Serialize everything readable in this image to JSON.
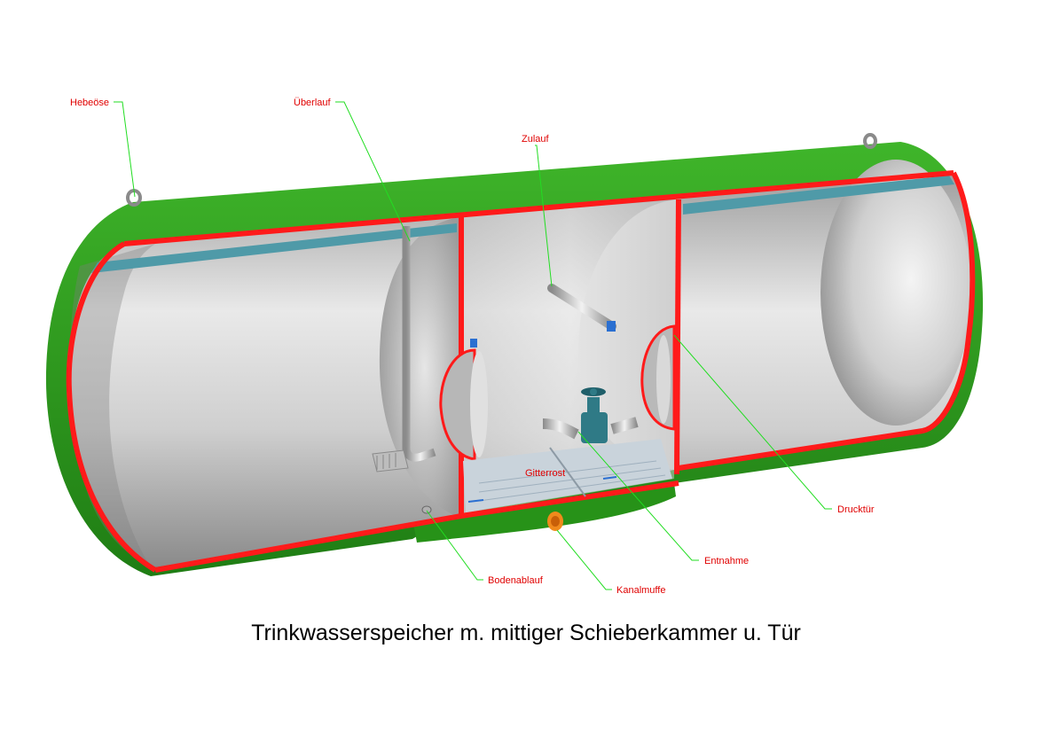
{
  "title": "Trinkwasserspeicher m. mittiger Schieberkammer u. Tür",
  "labels": {
    "hebeoese": "Hebeöse",
    "ueberlauf": "Überlauf",
    "zulauf": "Zulauf",
    "drucktuer": "Drucktür",
    "gitterrost": "Gitterrost",
    "entnahme": "Entnahme",
    "bodenablauf": "Bodenablauf",
    "kanalmuffe": "Kanalmuffe"
  },
  "colors": {
    "shell": "#2f9e1f",
    "cut_edge": "#ff1a1a",
    "interior": "#c8c8c8",
    "leader": "#22dd22",
    "label": "#e00000",
    "valve": "#2f7a86",
    "socket": "#f08a1c"
  }
}
